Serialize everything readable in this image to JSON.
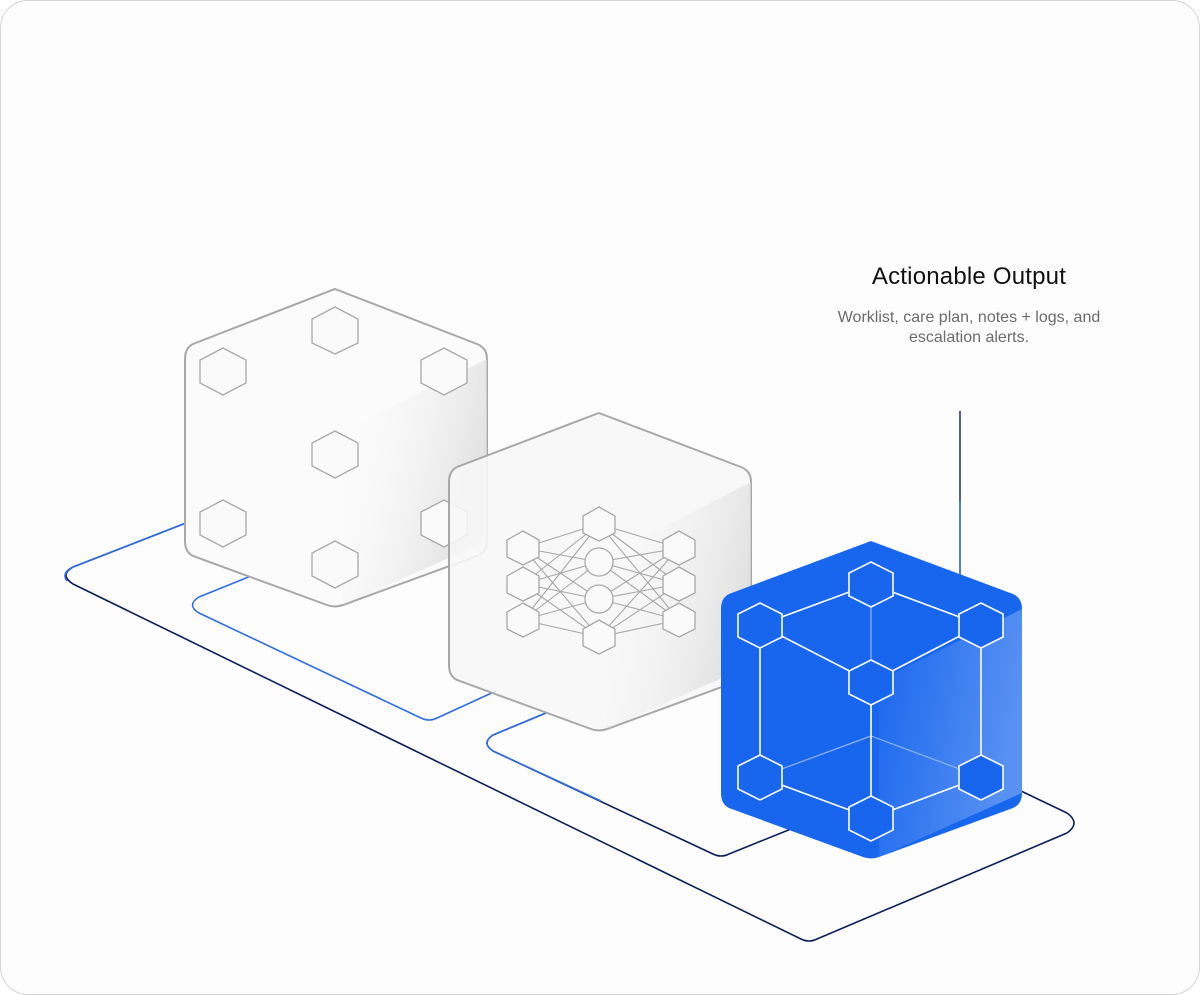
{
  "callout": {
    "title": "Actionable Output",
    "description": "Worklist, care plan, notes + logs, and escalation alerts."
  },
  "colors": {
    "accent_blue": "#1866ee",
    "dark_navy": "#0b1e5a",
    "line_blue": "#2f6ee0",
    "outline_grey": "#a8a8a8",
    "text_dark": "#111111",
    "text_muted": "#6b6b6b"
  },
  "diagram": {
    "stages": [
      {
        "name": "input-cube",
        "style": "grey-outline"
      },
      {
        "name": "neural-network-cube",
        "style": "grey-outline"
      },
      {
        "name": "output-cube",
        "style": "blue-filled"
      }
    ]
  }
}
